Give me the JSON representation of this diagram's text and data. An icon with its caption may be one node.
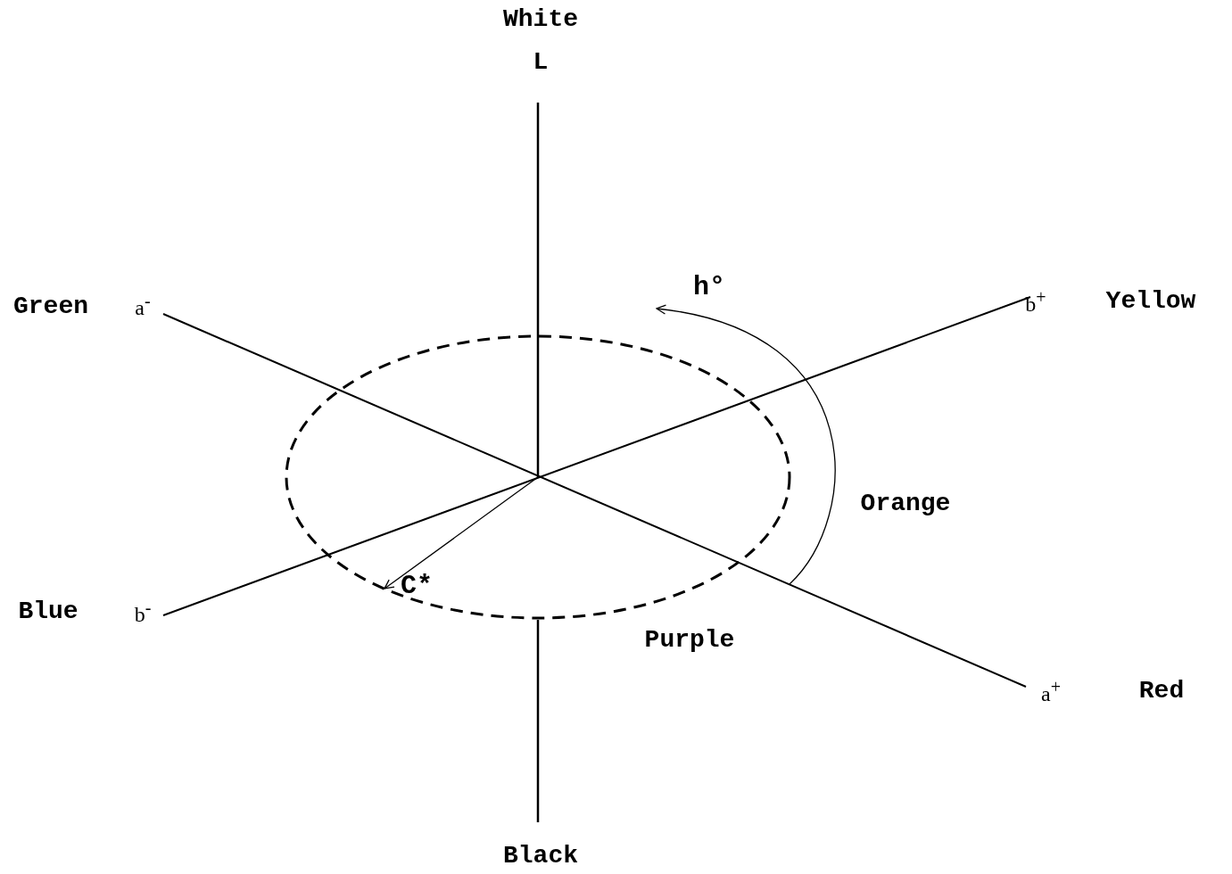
{
  "diagram": {
    "labels": [
      "White",
      "L",
      "Green",
      "a$^{-}$",
      "h°",
      "b$^{+}$",
      "Yellow",
      "Orange",
      "Blue",
      "b$^{-}$",
      "C*",
      "Purple",
      "a$^{+}$",
      "Red",
      "Black"
    ]
  }
}
